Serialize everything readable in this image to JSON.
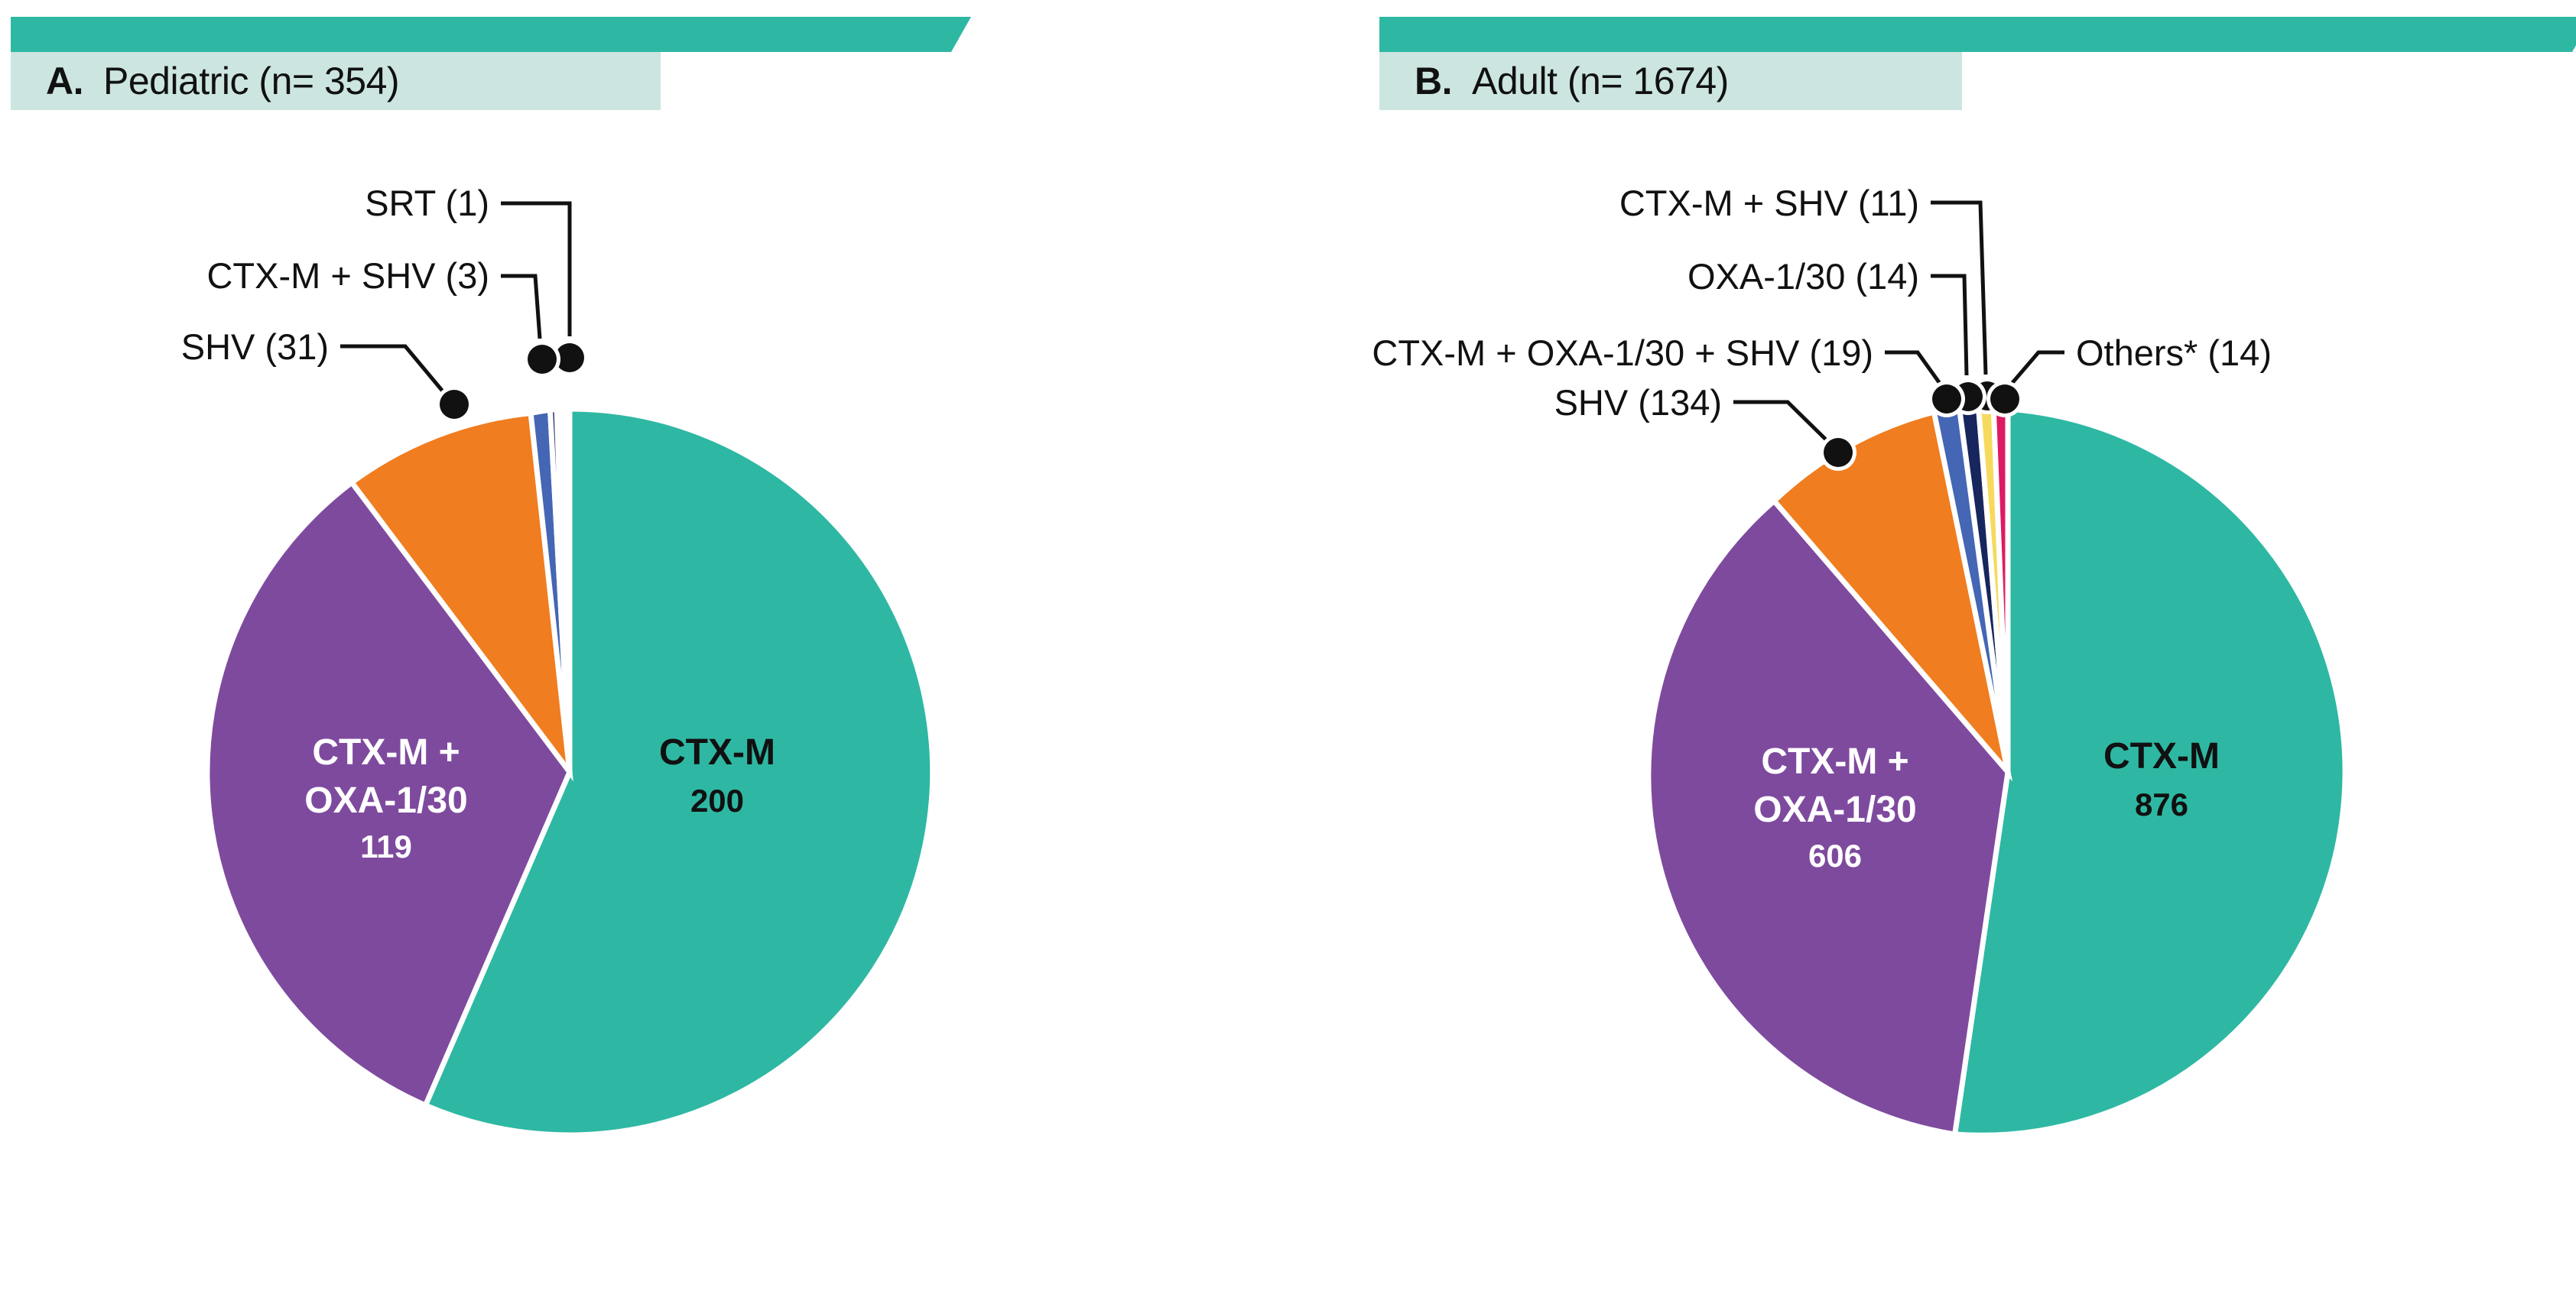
{
  "figure": {
    "background": "#FFFFFF",
    "accent_bar_color": "#2EB8A3",
    "title_box_color": "#CCE5E0"
  },
  "panels": [
    {
      "id": "A",
      "letter": "A.",
      "title": "Pediatric (n= 354)",
      "total": 354
    },
    {
      "id": "B",
      "letter": "B.",
      "title": "Adult (n= 1674)",
      "total": 1674
    }
  ],
  "chart_data": [
    {
      "type": "pie",
      "title": "A.  Pediatric (n= 354)",
      "panel": "A",
      "total": 354,
      "units": "isolates",
      "start_angle_deg": 0,
      "direction": "clockwise",
      "categories": [
        "CTX-M",
        "CTX-M + OXA-1/30",
        "SHV",
        "CTX-M + SHV",
        "SRT"
      ],
      "values": [
        200,
        119,
        31,
        3,
        1
      ],
      "colors": [
        "#2EB8A3",
        "#7E4A9E",
        "#F07D1F",
        "#4466B4",
        "#17265C"
      ],
      "slices": [
        {
          "label": "CTX-M",
          "value": 200,
          "color": "#2EB8A3",
          "label_style": "inside",
          "label_text_color": "#111111",
          "inside_label": "CTX-M",
          "inside_value": "200"
        },
        {
          "label": "CTX-M + OXA-1/30",
          "value": 119,
          "color": "#7E4A9E",
          "label_style": "inside",
          "label_text_color": "#FFFFFF",
          "inside_label_line1": "CTX-M +",
          "inside_label_line2": "OXA-1/30",
          "inside_value": "119"
        },
        {
          "label": "SHV",
          "value": 31,
          "color": "#F07D1F",
          "label_style": "callout",
          "callout_text": "SHV (31)"
        },
        {
          "label": "CTX-M + SHV",
          "value": 3,
          "color": "#4466B4",
          "label_style": "callout",
          "callout_text": "CTX-M + SHV (3)"
        },
        {
          "label": "SRT",
          "value": 1,
          "color": "#17265C",
          "label_style": "callout",
          "callout_text": "SRT (1)"
        }
      ]
    },
    {
      "type": "pie",
      "title": "B.  Adult (n= 1674)",
      "panel": "B",
      "total": 1674,
      "units": "isolates",
      "start_angle_deg": 0,
      "direction": "clockwise",
      "categories": [
        "CTX-M",
        "CTX-M + OXA-1/30",
        "SHV",
        "CTX-M + OXA-1/30 + SHV",
        "OXA-1/30",
        "CTX-M + SHV",
        "Others*"
      ],
      "values": [
        876,
        606,
        134,
        19,
        14,
        11,
        14
      ],
      "colors": [
        "#2EB8A3",
        "#7E4A9E",
        "#F07D1F",
        "#4466B4",
        "#17265C",
        "#F6DA5E",
        "#DE1B62"
      ],
      "slices": [
        {
          "label": "CTX-M",
          "value": 876,
          "color": "#2EB8A3",
          "label_style": "inside",
          "label_text_color": "#111111",
          "inside_label": "CTX-M",
          "inside_value": "876"
        },
        {
          "label": "CTX-M + OXA-1/30",
          "value": 606,
          "color": "#7E4A9E",
          "label_style": "inside",
          "label_text_color": "#FFFFFF",
          "inside_label_line1": "CTX-M +",
          "inside_label_line2": "OXA-1/30",
          "inside_value": "606"
        },
        {
          "label": "SHV",
          "value": 134,
          "color": "#F07D1F",
          "label_style": "callout",
          "callout_text": "SHV (134)"
        },
        {
          "label": "CTX-M + OXA-1/30 + SHV",
          "value": 19,
          "color": "#4466B4",
          "label_style": "callout",
          "callout_text": "CTX-M + OXA-1/30 + SHV (19)"
        },
        {
          "label": "OXA-1/30",
          "value": 14,
          "color": "#17265C",
          "label_style": "callout",
          "callout_text": "OXA-1/30 (14)"
        },
        {
          "label": "CTX-M + SHV",
          "value": 11,
          "color": "#F6DA5E",
          "label_style": "callout",
          "callout_text": "CTX-M + SHV (11)"
        },
        {
          "label": "Others*",
          "value": 14,
          "color": "#DE1B62",
          "label_style": "callout",
          "callout_text": "Others* (14)"
        }
      ]
    }
  ],
  "panel_a_callouts": {
    "srt": {
      "name": "SRT",
      "count": "(1)",
      "full": "SRT (1)"
    },
    "ctxm_shv": {
      "name": "CTX-M + SHV",
      "count": "(3)",
      "full": "CTX-M + SHV (3)"
    },
    "shv": {
      "name": "SHV",
      "count": "(31)",
      "full": "SHV (31)"
    }
  },
  "panel_a_inside": {
    "ctxm": {
      "name": "CTX-M",
      "value": "200"
    },
    "ctxm_oxa": {
      "line1": "CTX-M +",
      "line2": "OXA-1/30",
      "value": "119"
    }
  },
  "panel_b_callouts": {
    "ctxm_shv": {
      "name": "CTX-M + SHV",
      "count": "(11)",
      "full": "CTX-M + SHV (11)"
    },
    "oxa": {
      "name": "OXA-1/30",
      "count": "(14)",
      "full": "OXA-1/30 (14)"
    },
    "ctxm_oxa_shv": {
      "name": "CTX-M + OXA-1/30 + SHV",
      "count": "(19)",
      "full": "CTX-M + OXA-1/30 + SHV (19)"
    },
    "shv": {
      "name": "SHV",
      "count": "(134)",
      "full": "SHV (134)"
    },
    "others": {
      "name": "Others*",
      "count": "(14)",
      "full": "Others* (14)"
    }
  },
  "panel_b_inside": {
    "ctxm": {
      "name": "CTX-M",
      "value": "876"
    },
    "ctxm_oxa": {
      "line1": "CTX-M +",
      "line2": "OXA-1/30",
      "value": "606"
    }
  }
}
